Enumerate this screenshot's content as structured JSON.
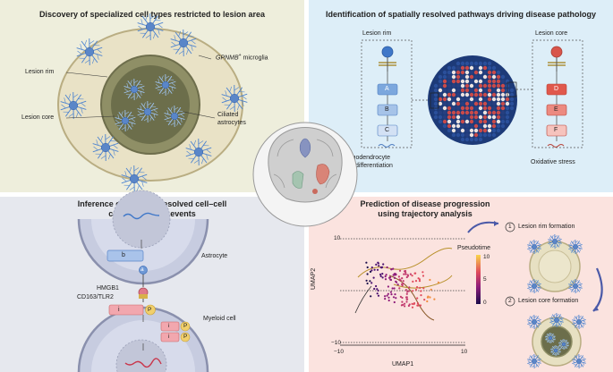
{
  "panel_tl": {
    "title": "Discovery of specialized cell types restricted to lesion area",
    "label_microglia_italic": "GPNMB",
    "label_microglia_sup": "+",
    "label_microglia": " microglia",
    "label_rim": "Lesion rim",
    "label_core": "Lesion core",
    "label_ciliated": "Ciliated",
    "label_astrocytes": "astrocytes",
    "bg_color": "#eeeedc"
  },
  "panel_tr": {
    "title": "Identification of spatially resolved pathways driving disease pathology",
    "rim_label": "Lesion rim",
    "core_label": "Lesion core",
    "rim_nodes": [
      "A",
      "B",
      "C"
    ],
    "core_nodes": [
      "D",
      "E",
      "F"
    ],
    "rim_caption_1": "Oligodendrocyte",
    "rim_caption_2": "differentiation",
    "core_caption": "Oxidative stress",
    "bg_color": "#ddeef8"
  },
  "panel_bl": {
    "title_1": "Inference of spatially resolved cell–cell",
    "title_2": "communication events",
    "astrocyte": "Astrocyte",
    "hmgb1": "HMGB1",
    "receptor": "CD163/TLR2",
    "myeloid": "Myeloid cell",
    "node_b": "b",
    "node_a": "a",
    "node_i": "i",
    "node_p": "P",
    "bg_color": "#e6e8ee"
  },
  "panel_br": {
    "title_1": "Prediction of disease progression",
    "title_2": "using trajectory analysis",
    "y_tick_top": "10",
    "y_tick_bottom": "−10",
    "x_tick_left": "−10",
    "x_tick_right": "10",
    "xlabel": "UMAP1",
    "ylabel": "UMAP2",
    "legend_title": "Pseudotime",
    "legend_ticks": [
      "10",
      "5",
      "0"
    ],
    "step1_num": "1",
    "step1": "Lesion rim formation",
    "step2_num": "2",
    "step2": "Lesion core formation",
    "bg_color": "#fbe3df"
  }
}
